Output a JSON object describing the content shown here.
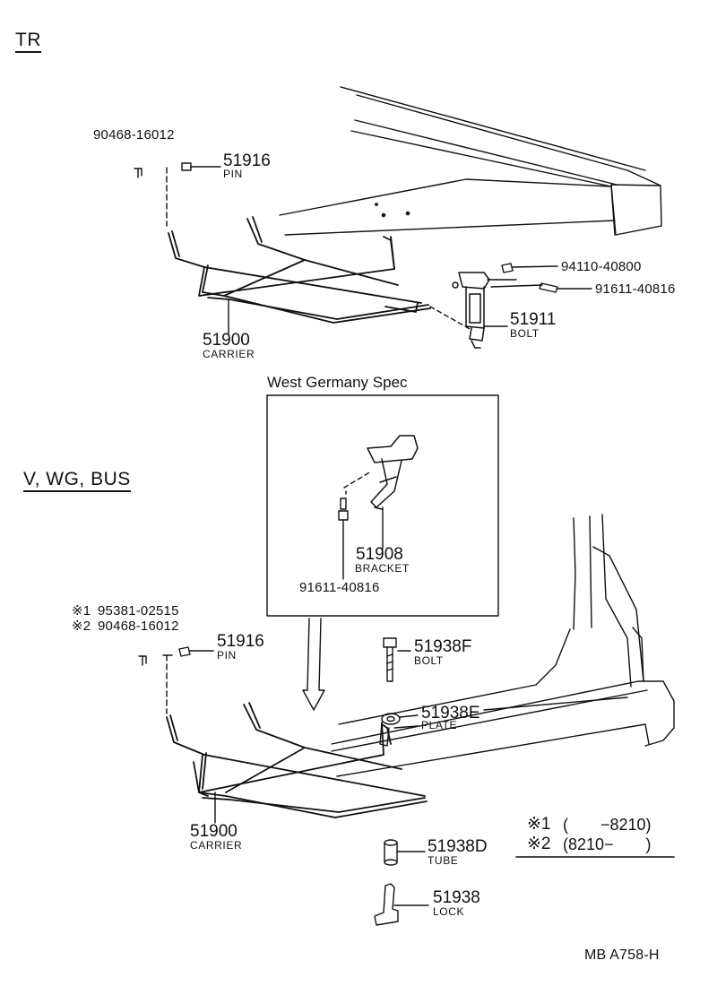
{
  "sections": {
    "top_heading": "TR",
    "bottom_heading": "V, WG, BUS",
    "inset_title": "West Germany Spec"
  },
  "top_parts": {
    "clip": "90468-16012",
    "pin_no": "51916",
    "pin_name": "PIN",
    "carrier_no": "51900",
    "carrier_name": "CARRIER",
    "nut": "94110-40800",
    "bolt_hw": "91611-40816",
    "bolt_no": "51911",
    "bolt_name": "BOLT"
  },
  "inset_parts": {
    "bracket_no": "51908",
    "bracket_name": "BRACKET",
    "bolt_hw": "91611-40816"
  },
  "bottom_parts": {
    "mark1": "※1",
    "mark1_part": "95381-02515",
    "mark2": "※2",
    "mark2_part": "90468-16012",
    "pin_no": "51916",
    "pin_name": "PIN",
    "bolt_no": "51938F",
    "bolt_name": "BOLT",
    "plate_no": "51938E",
    "plate_name": "PLATE",
    "carrier_no": "51900",
    "carrier_name": "CARRIER",
    "tube_no": "51938D",
    "tube_name": "TUBE",
    "lock_no": "51938",
    "lock_name": "LOCK"
  },
  "legend": {
    "mark1": "※1",
    "range1": "(　　−8210)",
    "mark2": "※2",
    "range2": "(8210−　　)"
  },
  "footer_code": "MB  A758-H"
}
